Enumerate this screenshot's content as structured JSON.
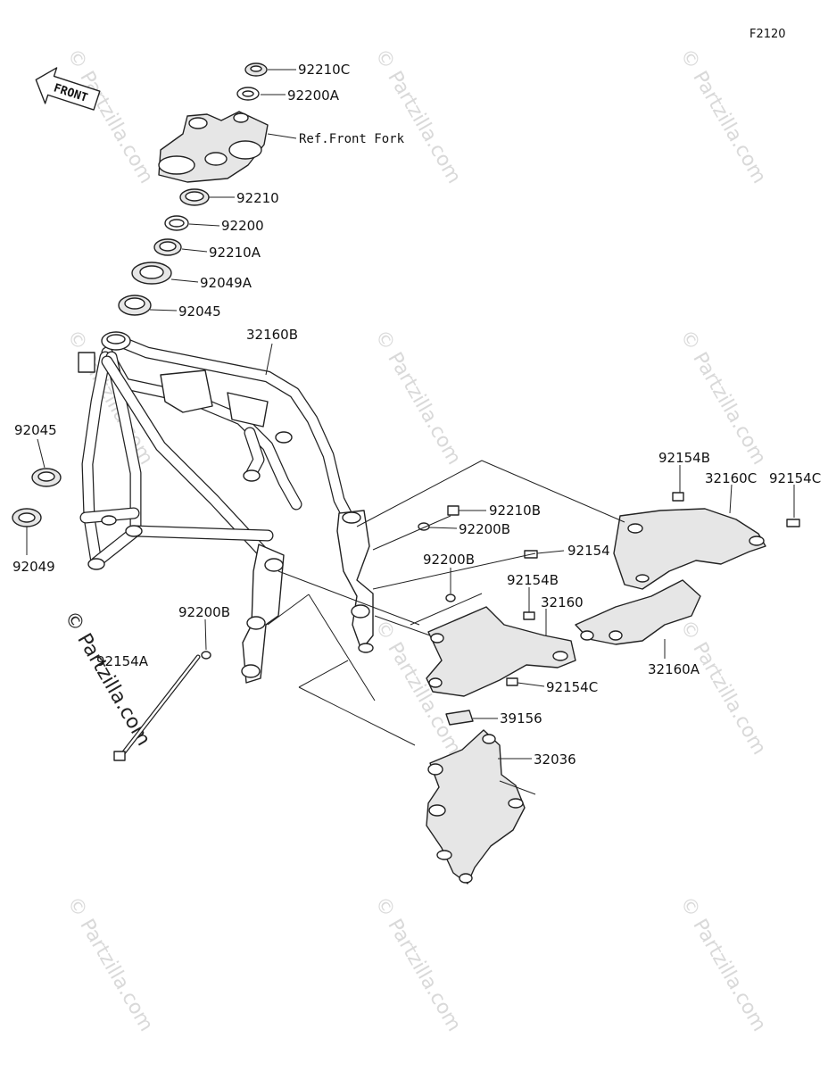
{
  "figure_code": "F2120",
  "front_arrow": "FRONT",
  "watermark": "© Partzilla.com",
  "callouts": {
    "c92210C": "92210C",
    "c92200A": "92200A",
    "ref_front_fork": "Ref.Front Fork",
    "c92210": "92210",
    "c92200": "92200",
    "c92210A": "92210A",
    "c92049A": "92049A",
    "c92045_top": "92045",
    "c32160B": "32160B",
    "c92045_left": "92045",
    "c92049": "92049",
    "c92154B_right": "92154B",
    "c32160C": "32160C",
    "c92154C_right": "92154C",
    "c92210B": "92210B",
    "c92200B_mid": "92200B",
    "c92154": "92154",
    "c92200B_center": "92200B",
    "c92154B_mid": "92154B",
    "c32160": "32160",
    "c92200B_left": "92200B",
    "c92154A": "92154A",
    "c92154C_mid": "92154C",
    "c32160A": "32160A",
    "c39156": "39156",
    "c32036": "32036"
  }
}
